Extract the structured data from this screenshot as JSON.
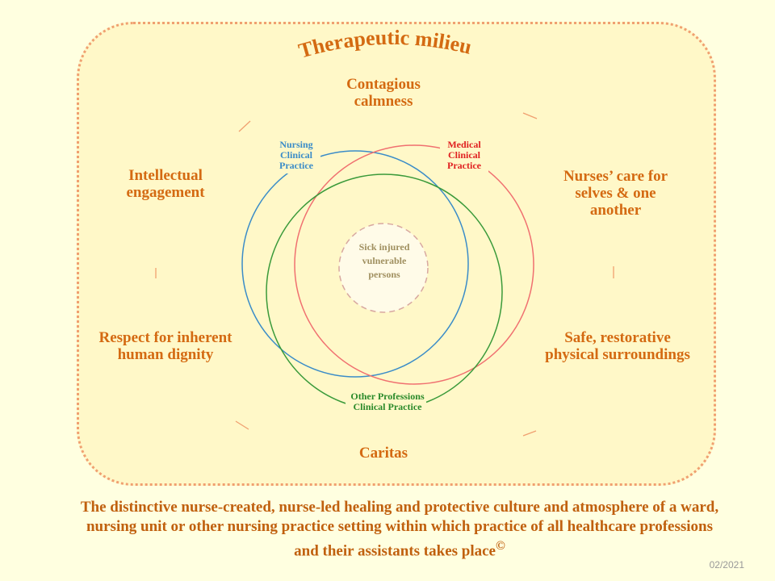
{
  "title": "Therapeutic milieu",
  "elements": {
    "top": "Contagious calmness",
    "right_top": "Nurses’ care for  selves & one another",
    "right_bottom": "Safe, restorative physical surroundings",
    "bottom": "Caritas",
    "left_bottom": "Respect for inherent human dignity",
    "left_top": "Intellectual engagement"
  },
  "circles": {
    "nursing": "Nursing Clinical Practice",
    "medical": "Medical Clinical Practice",
    "other": "Other Professions Clinical Practice",
    "center": "Sick injured vulnerable persons"
  },
  "colors": {
    "nursing": "#3a8cc8",
    "medical": "#f07070",
    "other": "#3a9a3a",
    "accent": "#d46a12"
  },
  "caption": "The distinctive nurse-created, nurse-led healing and protective culture and atmosphere of a ward, nursing unit or other nursing practice setting within which practice of all healthcare professions and their assistants takes place",
  "copyright": "©",
  "date": "02/2021"
}
